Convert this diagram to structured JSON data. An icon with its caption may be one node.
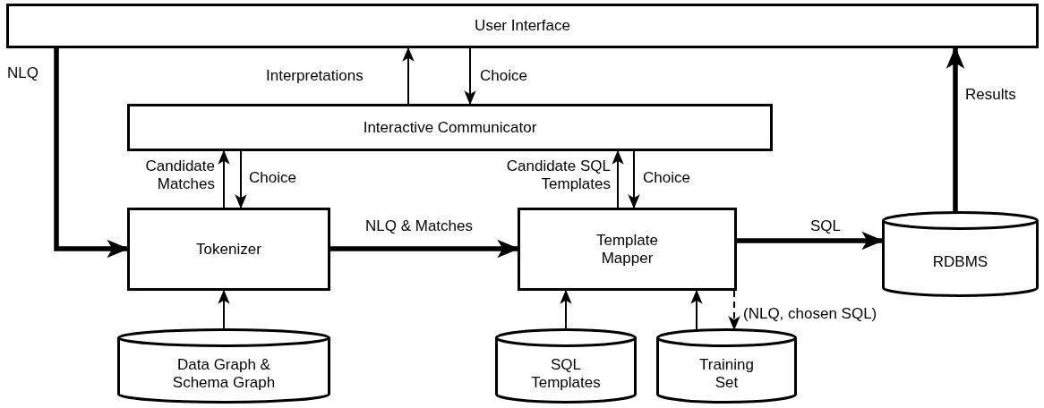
{
  "diagram": {
    "nodes": [
      {
        "text": [
          "User Interface"
        ]
      },
      {
        "text": [
          "Interactive Communicator"
        ]
      },
      {
        "text": [
          "Tokenizer"
        ]
      },
      {
        "text": [
          "Template Mapper"
        ]
      },
      {
        "text": [
          "RDBMS"
        ]
      },
      {
        "text": [
          "Data Graph & Schema Graph"
        ]
      },
      {
        "text": [
          "SQL Templates"
        ]
      },
      {
        "text": [
          "Training Set"
        ]
      }
    ],
    "edges": [
      {
        "from": 0,
        "to": 2,
        "arrow": "to",
        "label": "NLQ",
        "style": "thick"
      },
      {
        "from": 1,
        "to": 0,
        "arrow": "to",
        "label": "Interpretations"
      },
      {
        "from": 0,
        "to": 1,
        "arrow": "to",
        "label": "Choice"
      },
      {
        "from": 2,
        "to": 1,
        "arrow": "to",
        "label": "Candidate Matches"
      },
      {
        "from": 1,
        "to": 2,
        "arrow": "to",
        "label": "Choice"
      },
      {
        "from": 3,
        "to": 1,
        "arrow": "to",
        "label": "Candidate SQL Templates"
      },
      {
        "from": 1,
        "to": 3,
        "arrow": "to",
        "label": "Choice"
      },
      {
        "from": 2,
        "to": 3,
        "arrow": "to",
        "label": "NLQ & Matches",
        "style": "thick"
      },
      {
        "from": 3,
        "to": 4,
        "arrow": "to",
        "label": "SQL",
        "style": "thick"
      },
      {
        "from": 4,
        "to": 0,
        "arrow": "to",
        "label": "Results",
        "style": "thick"
      },
      {
        "from": 5,
        "to": 2,
        "arrow": "to"
      },
      {
        "from": 6,
        "to": 3,
        "arrow": "to"
      },
      {
        "from": 7,
        "to": 3,
        "arrow": "to"
      },
      {
        "from": 3,
        "to": 7,
        "arrow": "to",
        "label": "(NLQ, chosen SQL)",
        "style": "dashed"
      }
    ]
  }
}
